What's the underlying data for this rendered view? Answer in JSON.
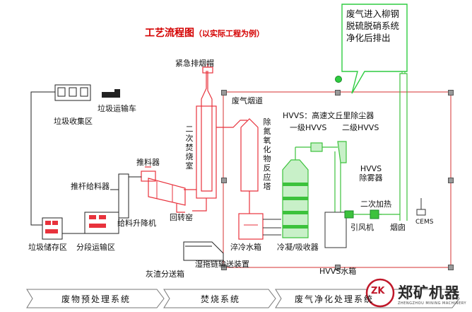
{
  "title": "工艺流程图",
  "title_sub": "（以实际工程为例）",
  "callout": "废气进入柳钢脱硫脱硝系统净化后排出",
  "labels": {
    "emergency_cap": "紧急排烟帽",
    "secondary_chamber": "二次焚烧室",
    "denox_reactor": "除氮氧化物反应塔",
    "flue_duct": "废气烟道",
    "hvvs_title": "HVVS：高速文丘里除尘器",
    "hvvs_stage1": "一级HVVS",
    "hvvs_stage2": "二级HVVS",
    "hvvs_demister": "HVVS除雾器",
    "secondary_heating": "二次加热",
    "garbage_truck": "垃圾运输车",
    "collection_area": "垃圾收集区",
    "pusher": "推料器",
    "ram_feeder": "推杆给料器",
    "lift": "给料升降机",
    "rotary_kiln": "回转窑",
    "storage_area": "垃圾储存区",
    "segment_conveyor": "分段运输区",
    "quench_tank": "淬冷水箱",
    "condenser": "冷凝/吸收器",
    "induced_fan": "引风机",
    "chimney": "烟囱",
    "cems": "CEMS",
    "hvvs_tank": "HVVS水箱",
    "wet_conveyor": "湿拖链输送装置",
    "ash_box": "灰渣分送箱"
  },
  "stages": [
    "废物预处理系统",
    "焚烧系统",
    "废气净化处理系统"
  ],
  "logo": {
    "name": "郑矿机器",
    "sub": "ZHENGZHOU MINING MACHINERY",
    "mark": "ZK"
  },
  "colors": {
    "process_red": "#e8323c",
    "scrubber_green": "#3cc23c",
    "title_red": "#d40000",
    "frame_dark": "#222222"
  }
}
